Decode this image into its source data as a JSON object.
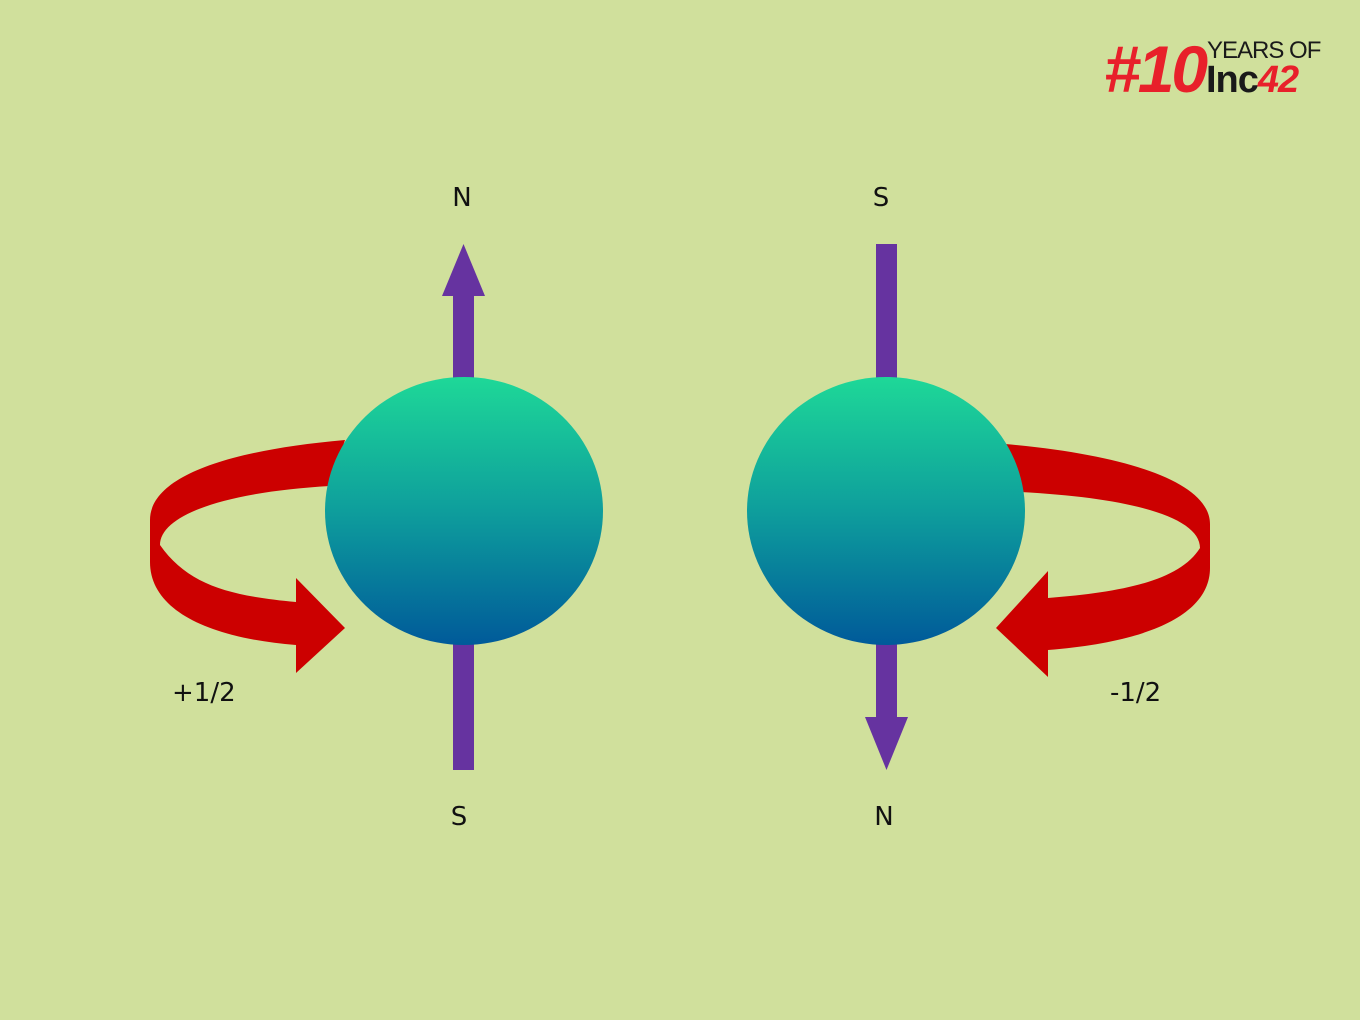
{
  "diagram": {
    "background_color": "#d0e09c",
    "sphere_gradient": [
      "#1ed898",
      "#0e9e9c",
      "#005a9a"
    ],
    "axis_color": "#6633a0",
    "rotation_arrow_color": "#cc0000",
    "left": {
      "top_pole": "N",
      "bottom_pole": "S",
      "spin_value": "+1/2",
      "axis_arrow_direction": "up",
      "rotation_side": "left"
    },
    "right": {
      "top_pole": "S",
      "bottom_pole": "N",
      "spin_value": "-1/2",
      "axis_arrow_direction": "down",
      "rotation_side": "right"
    }
  },
  "logo": {
    "hash_text": "#10",
    "years_text": "YEARS OF",
    "inc_text": "Inc",
    "inc_number": "42",
    "brand_color": "#e8202a"
  }
}
